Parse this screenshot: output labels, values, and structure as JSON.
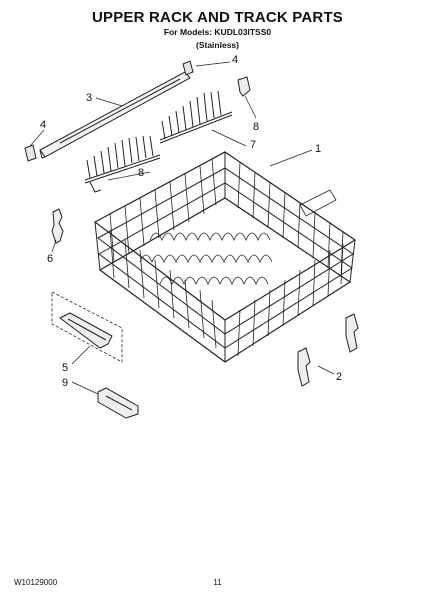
{
  "header": {
    "title": "UPPER RACK AND TRACK PARTS",
    "models": "For Models: KUDL03ITSS0",
    "finish": "(Stainless)"
  },
  "callouts": [
    {
      "label": "1"
    },
    {
      "label": "2"
    },
    {
      "label": "3"
    },
    {
      "label": "4"
    },
    {
      "label": "4"
    },
    {
      "label": "5"
    },
    {
      "label": "6"
    },
    {
      "label": "7"
    },
    {
      "label": "8"
    },
    {
      "label": "8"
    },
    {
      "label": "9"
    }
  ],
  "footer": {
    "doc_number": "W10129000",
    "page_number": "11"
  }
}
